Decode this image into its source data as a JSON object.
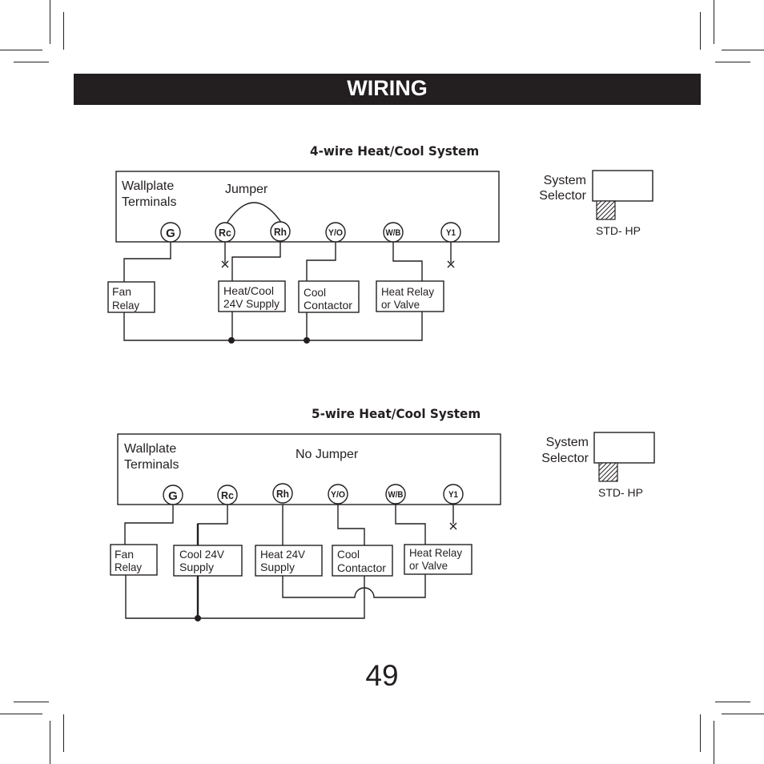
{
  "header": {
    "title": "WIRING"
  },
  "diagrams": [
    {
      "title": "4-wire Heat/Cool System",
      "wallplate_label_line1": "Wallplate",
      "wallplate_label_line2": "Terminals",
      "jumper_label": "Jumper",
      "terminals": [
        "G",
        "Rc",
        "Rh",
        "Y/O",
        "W/B",
        "Y1"
      ],
      "components": [
        {
          "line1": "Fan",
          "line2": "Relay"
        },
        {
          "line1": "Heat/Cool",
          "line2": "24V Supply"
        },
        {
          "line1": "Cool",
          "line2": "Contactor"
        },
        {
          "line1": "Heat Relay",
          "line2": "or Valve"
        }
      ],
      "selector": {
        "label_line1": "System",
        "label_line2": "Selector",
        "position_label": "STD- HP"
      }
    },
    {
      "title": "5-wire Heat/Cool System",
      "wallplate_label_line1": "Wallplate",
      "wallplate_label_line2": "Terminals",
      "jumper_label": "No Jumper",
      "terminals": [
        "G",
        "Rc",
        "Rh",
        "Y/O",
        "W/B",
        "Y1"
      ],
      "components": [
        {
          "line1": "Fan",
          "line2": "Relay"
        },
        {
          "line1": "Cool 24V",
          "line2": "Supply"
        },
        {
          "line1": "Heat 24V",
          "line2": "Supply"
        },
        {
          "line1": "Cool",
          "line2": "Contactor"
        },
        {
          "line1": "Heat Relay",
          "line2": "or Valve"
        }
      ],
      "selector": {
        "label_line1": "System",
        "label_line2": "Selector",
        "position_label": "STD- HP"
      }
    }
  ],
  "page_number": "49"
}
